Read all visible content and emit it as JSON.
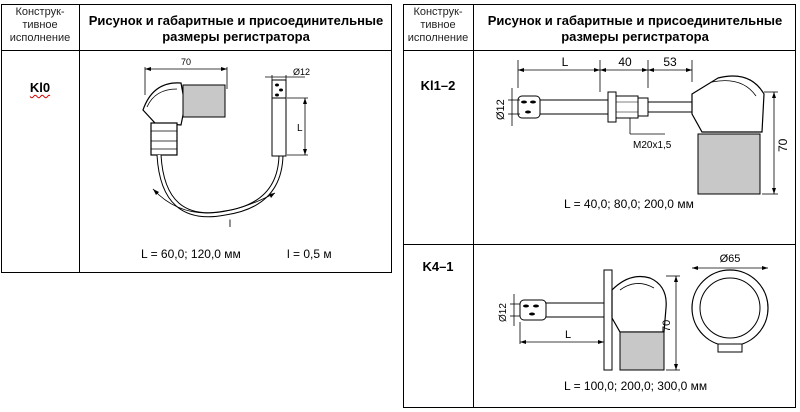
{
  "header": {
    "col1": [
      "Конструк-",
      "тивное",
      "исполнение"
    ],
    "col2": [
      "Рисунок  и габаритные и присоединительные",
      "размеры регистратора"
    ]
  },
  "left": {
    "code": "Kl0",
    "dims": {
      "width": "70",
      "diameter": "Ø12",
      "L": "L",
      "l": "l"
    },
    "caption_L": "L = 60,0;  120,0 мм",
    "caption_l": "l = 0,5 м"
  },
  "right_top": {
    "code": "Kl1–2",
    "dims": {
      "L": "L",
      "d40": "40",
      "d53": "53",
      "diameter": "Ø12",
      "thread": "M20x1,5",
      "h70": "70"
    },
    "caption": "L = 40,0; 80,0; 200,0 мм"
  },
  "right_bottom": {
    "code": "K4–1",
    "dims": {
      "diameter": "Ø12",
      "L": "L",
      "h70": "70",
      "d65": "Ø65"
    },
    "caption": "L = 100,0; 200,0; 300,0 мм"
  }
}
